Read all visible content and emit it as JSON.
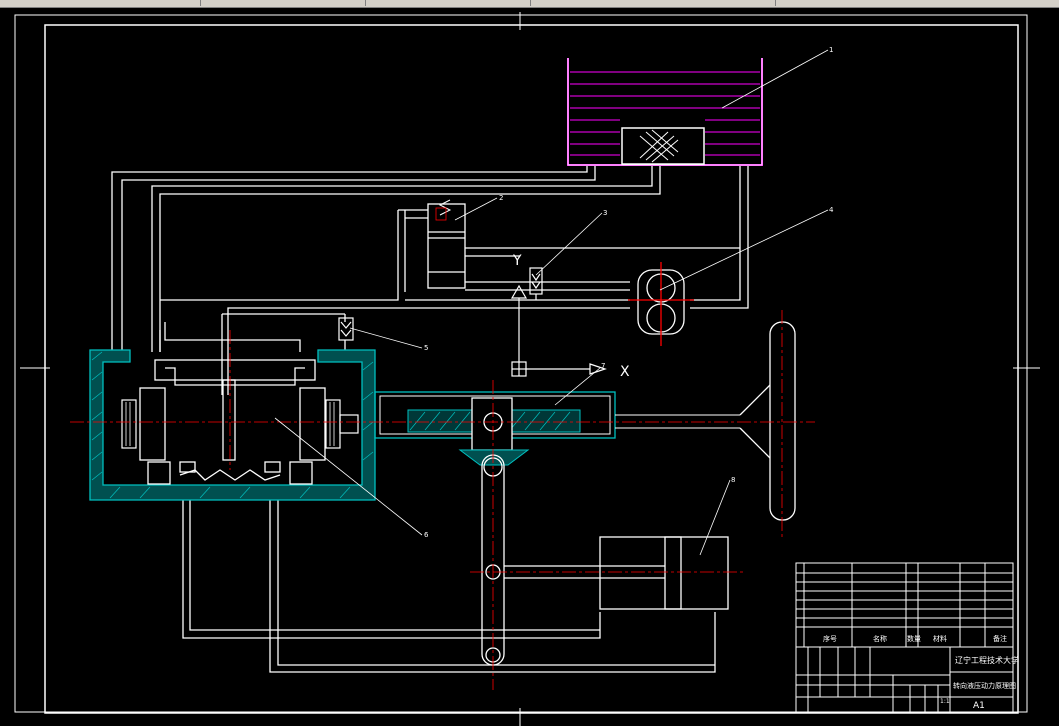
{
  "colors": {
    "background": "#000000",
    "lines": "#ffffff",
    "centerline": "#ff0000",
    "hatch": "#00c0c0",
    "tank_oil": "#ff00ff"
  },
  "diagram": {
    "callouts": [
      "1",
      "2",
      "3",
      "4",
      "5",
      "6",
      "7",
      "8"
    ],
    "valve_markers": {
      "y_label": "Y",
      "x_label": "X"
    }
  },
  "title_block": {
    "school": "辽宁工程技术大学",
    "drawing_name": "转向液压动力原理图",
    "sheet_size": "A1",
    "header_cells": [
      "序号",
      "名称",
      "数量",
      "材料",
      "备注"
    ],
    "scale_value": "1:1"
  }
}
